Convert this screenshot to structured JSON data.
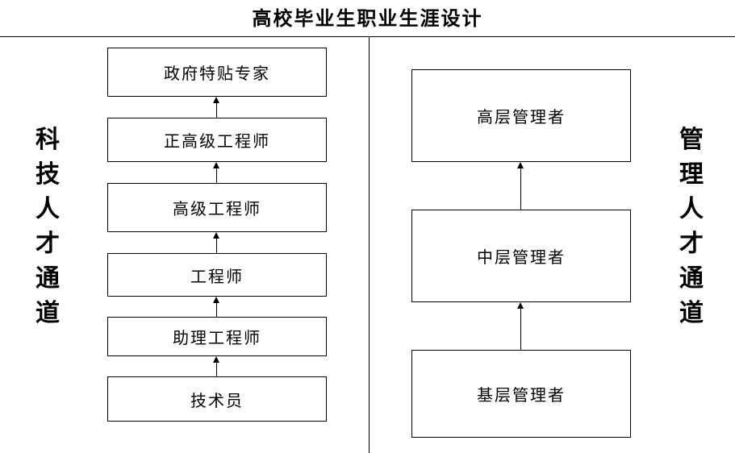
{
  "title": "高校毕业生职业生涯设计",
  "left_track": {
    "side_label": [
      "科",
      "技",
      "人",
      "才",
      "通",
      "道"
    ],
    "levels": [
      "政府特贴专家",
      "正高级工程师",
      "高级工程师",
      "工程师",
      "助理工程师",
      "技术员"
    ]
  },
  "right_track": {
    "side_label": [
      "管",
      "理",
      "人",
      "才",
      "通",
      "道"
    ],
    "levels": [
      "高层管理者",
      "中层管理者",
      "基层管理者"
    ]
  }
}
